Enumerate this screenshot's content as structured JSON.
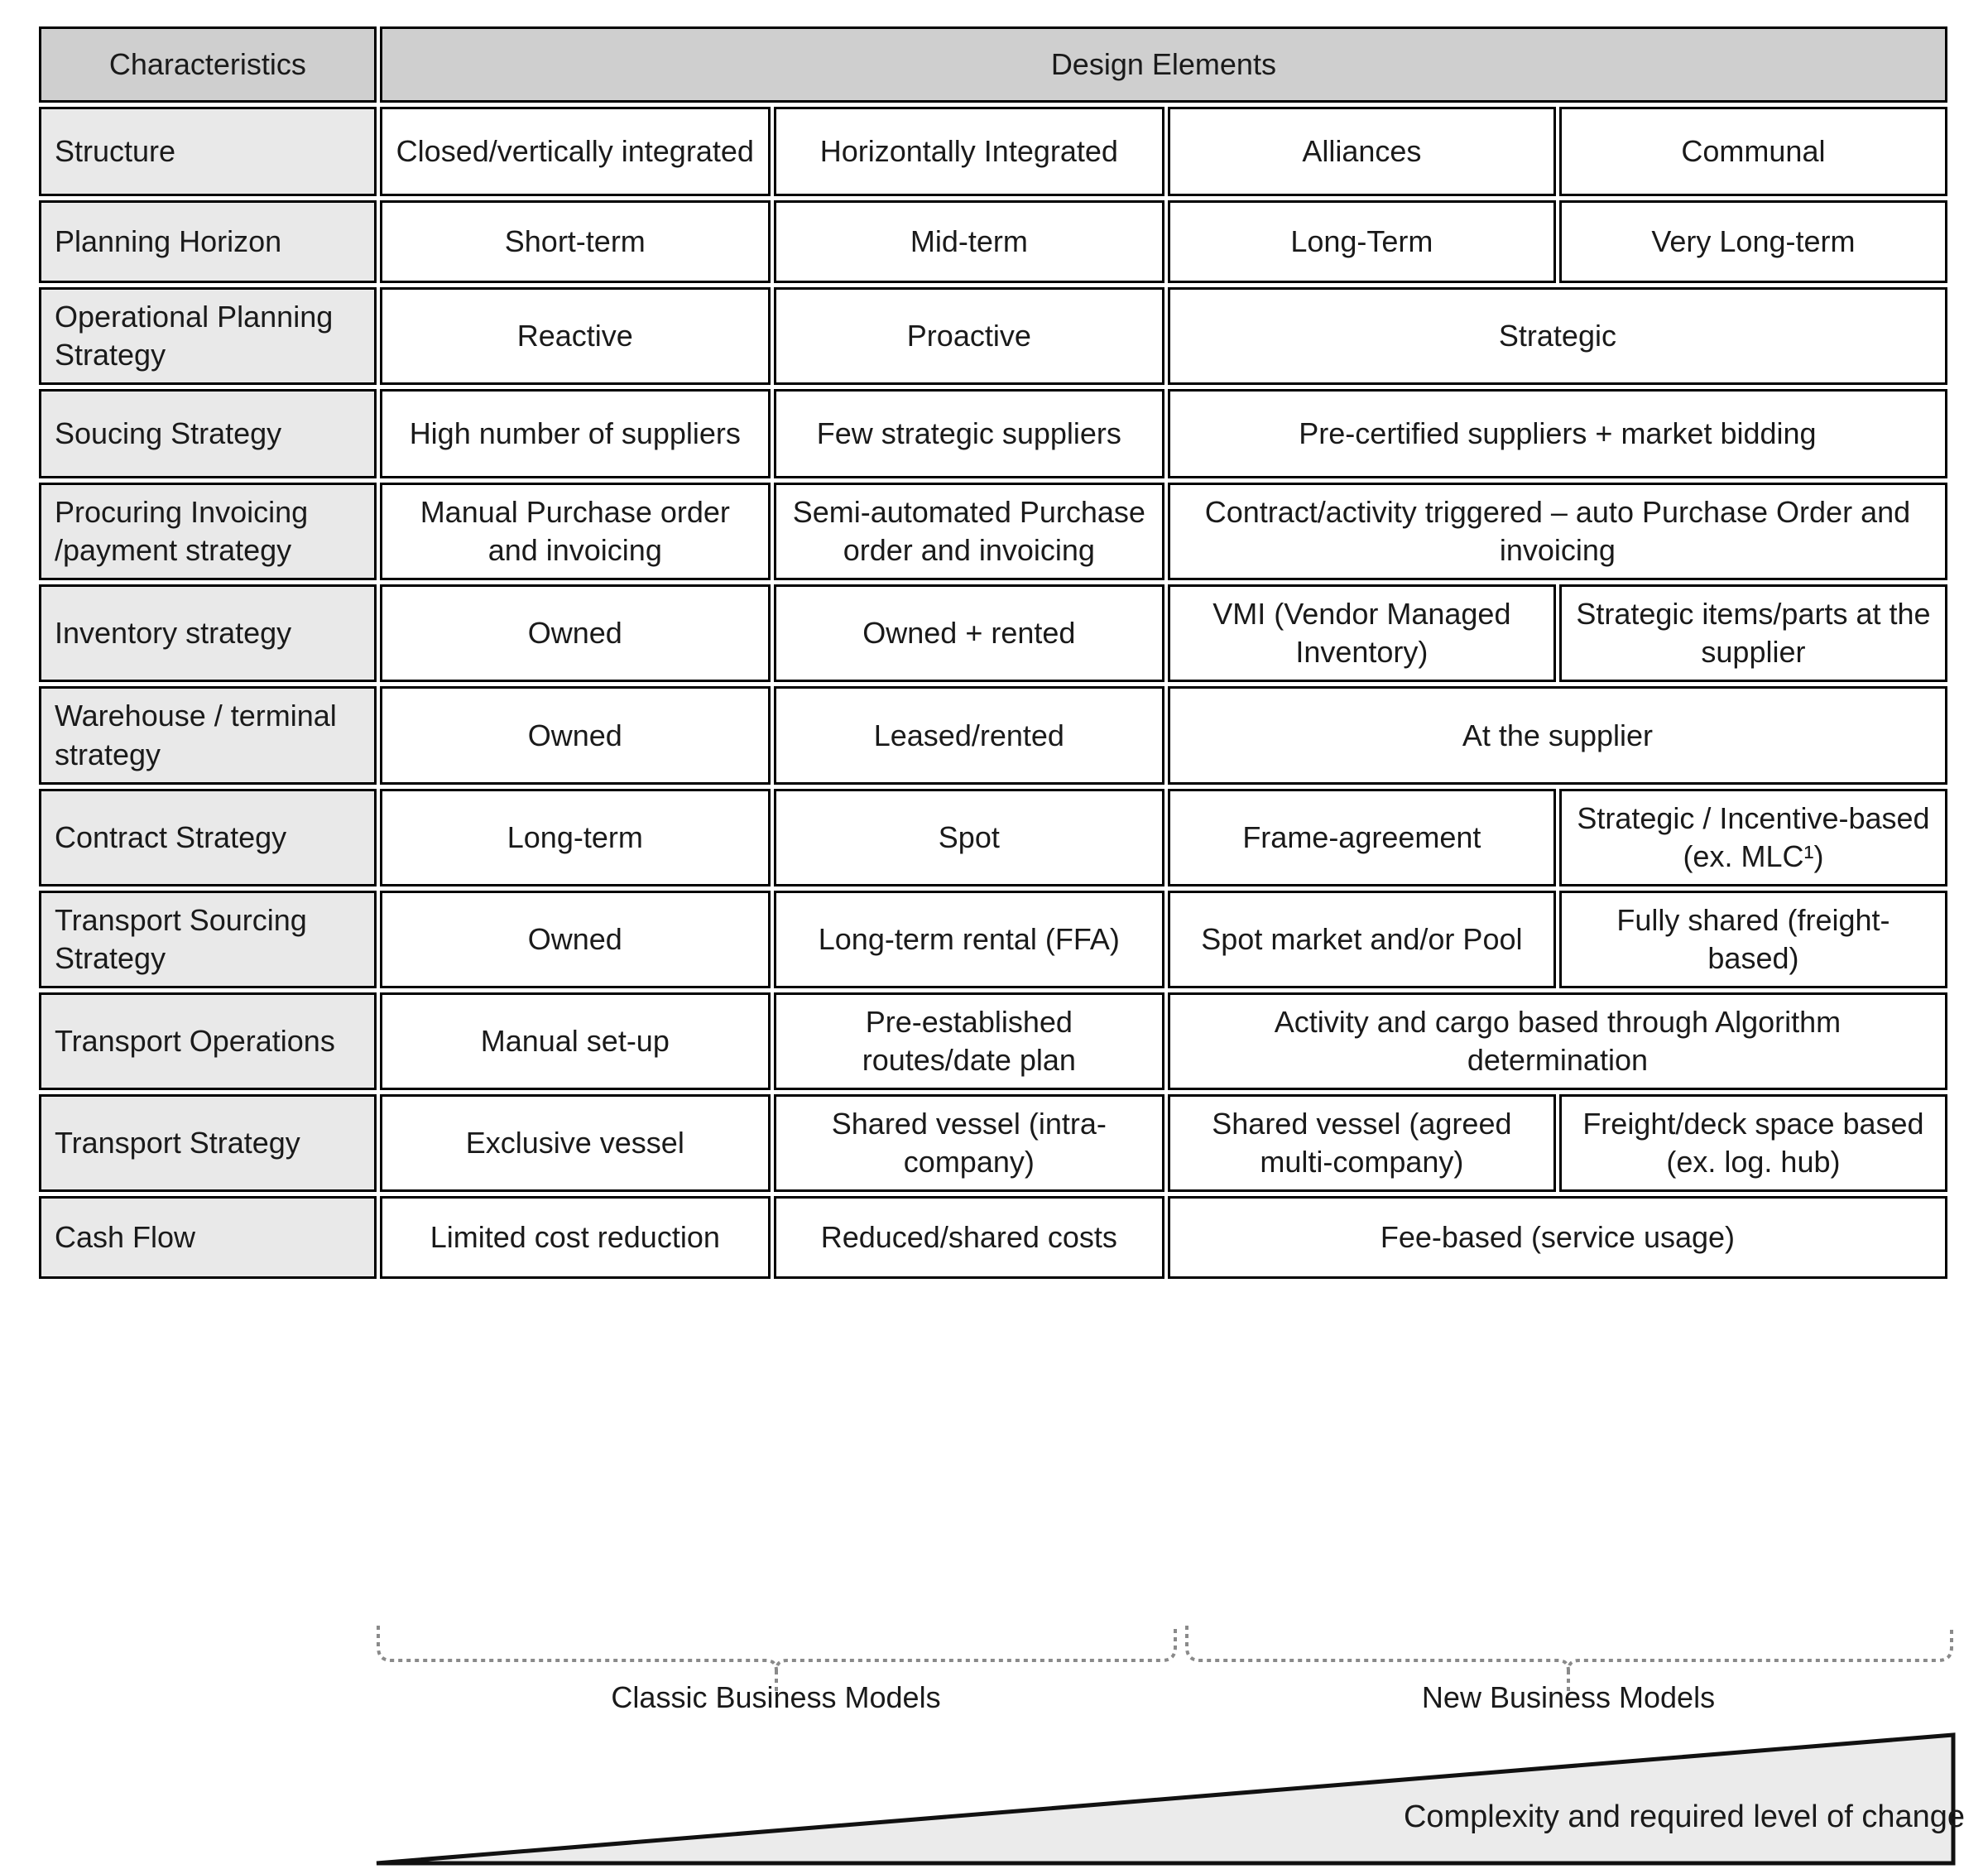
{
  "table": {
    "header": {
      "characteristics": "Characteristics",
      "design_elements": "Design Elements"
    },
    "rows": [
      {
        "characteristic": "Structure",
        "cells": [
          "Closed/vertically integrated",
          "Horizontally Integrated",
          "Alliances",
          "Communal"
        ],
        "spans": [
          1,
          1,
          1,
          1
        ]
      },
      {
        "characteristic": "Planning Horizon",
        "cells": [
          "Short-term",
          "Mid-term",
          "Long-Term",
          "Very Long-term"
        ],
        "spans": [
          1,
          1,
          1,
          1
        ]
      },
      {
        "characteristic": "Operational Planning Strategy",
        "cells": [
          "Reactive",
          "Proactive",
          "Strategic"
        ],
        "spans": [
          1,
          1,
          2
        ]
      },
      {
        "characteristic": "Soucing Strategy",
        "cells": [
          "High number of suppliers",
          "Few strategic suppliers",
          "Pre-certified suppliers + market bidding"
        ],
        "spans": [
          1,
          1,
          2
        ]
      },
      {
        "characteristic": "Procuring Invoicing /payment strategy",
        "cells": [
          "Manual Purchase order and invoicing",
          "Semi-automated Purchase order and invoicing",
          "Contract/activity triggered – auto Purchase Order and invoicing"
        ],
        "spans": [
          1,
          1,
          2
        ]
      },
      {
        "characteristic": "Inventory strategy",
        "cells": [
          "Owned",
          "Owned + rented",
          "VMI (Vendor Managed Inventory)",
          "Strategic items/parts at the supplier"
        ],
        "spans": [
          1,
          1,
          1,
          1
        ]
      },
      {
        "characteristic": "Warehouse / terminal strategy",
        "cells": [
          "Owned",
          "Leased/rented",
          "At the supplier"
        ],
        "spans": [
          1,
          1,
          2
        ]
      },
      {
        "characteristic": "Contract Strategy",
        "cells": [
          "Long-term",
          "Spot",
          "Frame-agreement",
          "Strategic / Incentive-based (ex. MLC¹)"
        ],
        "spans": [
          1,
          1,
          1,
          1
        ]
      },
      {
        "characteristic": "Transport Sourcing Strategy",
        "cells": [
          "Owned",
          "Long-term rental (FFA)",
          "Spot market and/or Pool",
          "Fully shared (freight-based)"
        ],
        "spans": [
          1,
          1,
          1,
          1
        ]
      },
      {
        "characteristic": "Transport Operations",
        "cells": [
          "Manual set-up",
          "Pre-established routes/date plan",
          "Activity and cargo based through Algorithm determination"
        ],
        "spans": [
          1,
          1,
          2
        ]
      },
      {
        "characteristic": "Transport Strategy",
        "cells": [
          "Exclusive vessel",
          "Shared vessel (intra-company)",
          "Shared vessel (agreed multi-company)",
          "Freight/deck space based (ex. log. hub)"
        ],
        "spans": [
          1,
          1,
          1,
          1
        ]
      },
      {
        "characteristic": "Cash Flow",
        "cells": [
          "Limited cost reduction",
          "Reduced/shared costs",
          "Fee-based (service usage)"
        ],
        "spans": [
          1,
          1,
          2
        ]
      }
    ]
  },
  "footer": {
    "brace_classic": "Classic Business Models",
    "brace_new": "New Business Models",
    "triangle_label": "Complexity and required level of change"
  },
  "colors": {
    "header_fill": "#cfcfcf",
    "rowhead_fill": "#e9e9e9",
    "cell_fill": "#ffffff",
    "border": "#000000",
    "triangle_fill": "#ebebeb",
    "text": "#1a1a1a"
  }
}
